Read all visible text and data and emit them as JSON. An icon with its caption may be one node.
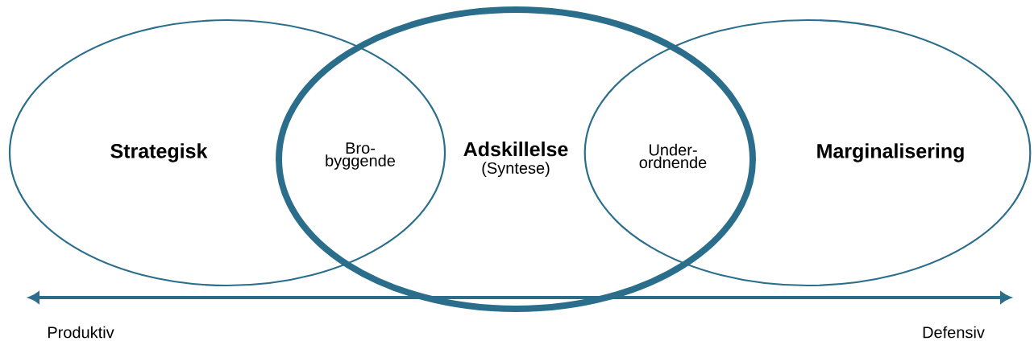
{
  "diagram": {
    "nodes": [
      {
        "text": [
          "Strategisk"
        ]
      },
      {
        "text": [
          "Adskillelse",
          "(Syntese)"
        ]
      },
      {
        "text": [
          "Marginalisering"
        ]
      }
    ],
    "labels": [
      "Bro- byggende",
      "Under- ordnende",
      "Produktiv",
      "Defensiv"
    ]
  }
}
